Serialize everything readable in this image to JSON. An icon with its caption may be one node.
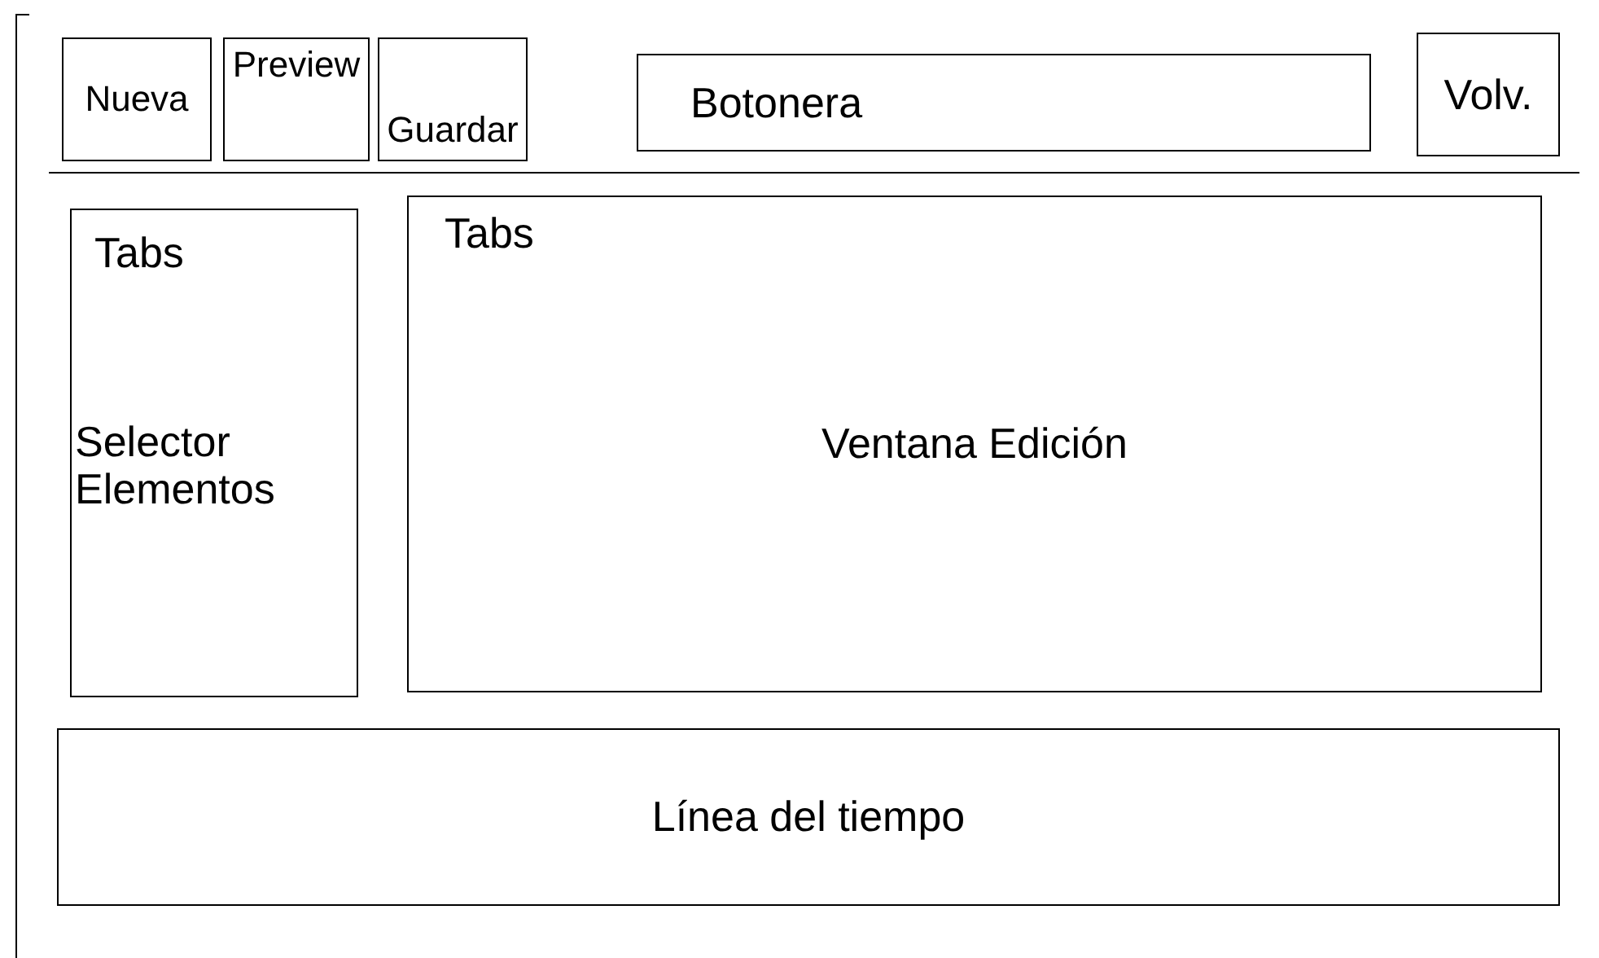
{
  "diagram": {
    "nodes": [
      {
        "text": [
          "Nueva"
        ]
      },
      {
        "text": [
          "Preview"
        ]
      },
      {
        "text": [
          "Guardar"
        ]
      },
      {
        "text": [
          "Botonera"
        ]
      },
      {
        "text": [
          "Volv."
        ]
      },
      {
        "text": [
          "Tabs",
          "Selector Elementos"
        ]
      },
      {
        "text": [
          "Tabs",
          "Ventana Edición"
        ]
      },
      {
        "text": [
          "Línea del tiempo"
        ]
      }
    ]
  }
}
